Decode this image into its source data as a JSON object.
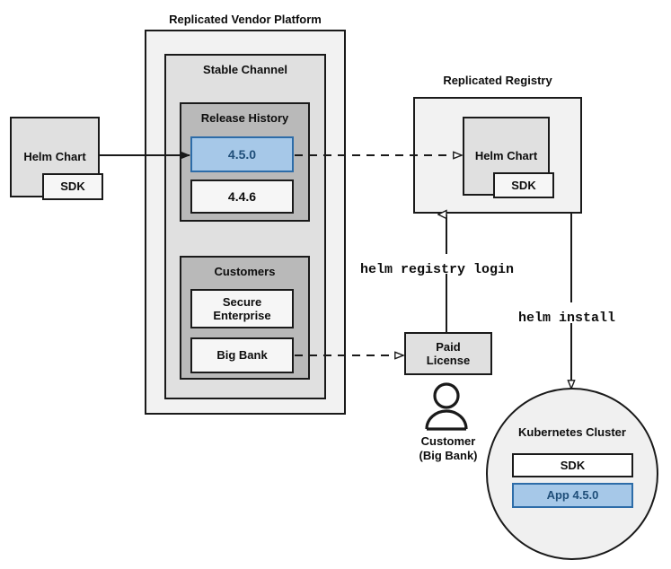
{
  "diagram": {
    "title_vendor_platform": "Replicated Vendor Platform",
    "title_registry": "Replicated Registry",
    "colors": {
      "accent_blue_fill": "#a6c8e8",
      "accent_blue_border": "#2d6ca8",
      "accent_blue_text": "#1f4e79",
      "outline": "#1a1a1a",
      "surface_lightest": "#f2f2f2",
      "surface_light": "#e0e0e0",
      "surface_mid": "#d5d5d5",
      "surface_dark": "#b9b9b9",
      "surface_white": "#f6f6f6"
    }
  },
  "source_chart": {
    "helm_chart_label": "Helm Chart",
    "sdk_label": "SDK"
  },
  "vendor_platform": {
    "label": "Replicated Vendor Platform",
    "stable_channel": {
      "label": "Stable Channel",
      "release_history": {
        "label": "Release History",
        "releases": [
          {
            "version": "4.5.0",
            "highlighted": true
          },
          {
            "version": "4.4.6",
            "highlighted": false
          }
        ]
      },
      "customers": {
        "label": "Customers",
        "entries": [
          {
            "name": "Secure\nEnterprise"
          },
          {
            "name": "Big Bank"
          }
        ]
      }
    }
  },
  "registry": {
    "label": "Replicated Registry",
    "helm_chart_label": "Helm Chart",
    "sdk_label": "SDK"
  },
  "license": {
    "label": "Paid\nLicense",
    "customer_caption": "Customer\n(Big Bank)"
  },
  "commands": {
    "registry_login": "helm registry login",
    "install": "helm install"
  },
  "cluster": {
    "label": "Kubernetes Cluster",
    "items": [
      {
        "name": "SDK",
        "highlighted": false
      },
      {
        "name": "App 4.5.0",
        "highlighted": true
      }
    ]
  }
}
